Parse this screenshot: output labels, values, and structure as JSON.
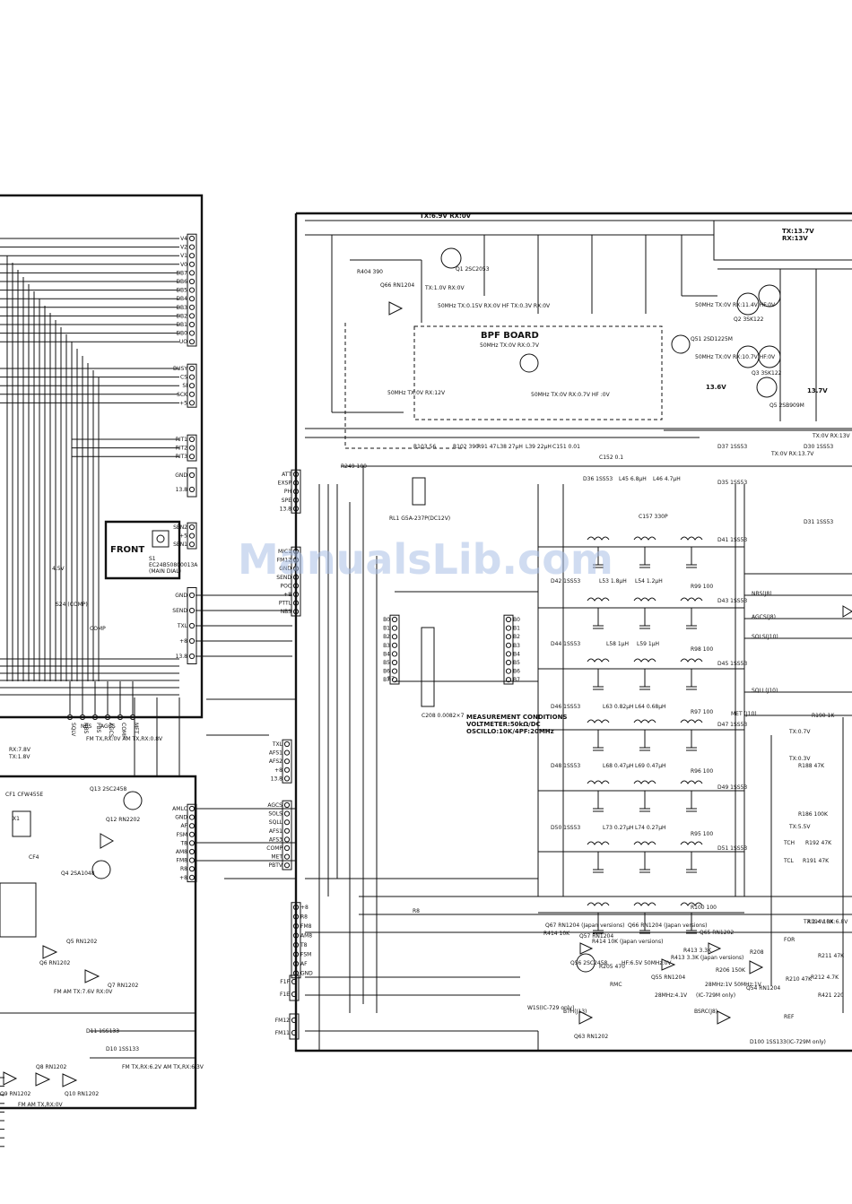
{
  "watermark": "ManualsLib.com",
  "boards": {
    "bpf_title": "BPF BOARD",
    "front_title": "FRONT",
    "front_switch": "S1",
    "front_part": "EC24B50800013A",
    "front_note": "(MAIN DIAL)"
  },
  "supply_notes": {
    "top_tx_rx": "TX:6.9V RX:0V",
    "right_tx": "TX:13.7V",
    "right_rx": "RX:13V",
    "volt_136": "13.6V",
    "volt_137": "13.7V",
    "volt_45": "4.5V"
  },
  "measurement": {
    "title": "MEASUREMENT CONDITIONS",
    "line1": "VOLTMETER:50kΩ/DC",
    "line2": "OSCILLO:10K/4PF:20MHz"
  },
  "connectors": {
    "j1_pins": [
      "V4",
      "V2",
      "V1",
      "V0",
      "DB7",
      "DB6",
      "DB5",
      "DB4",
      "DB3",
      "DB2",
      "DB1",
      "DB0",
      "UO"
    ],
    "j3_pins": [
      "BUSY",
      "CS",
      "SI",
      "SCK",
      "+5"
    ],
    "j6_pins": [
      "RIT1",
      "RIT2",
      "RIT3"
    ],
    "j8_pins": [
      "GND",
      "13.8"
    ],
    "sen_pins": [
      "SEN2",
      "+5",
      "SEN1"
    ],
    "p3_pins": [
      "ATT",
      "EXSP",
      "PH",
      "SPE",
      "13.8"
    ],
    "p6_pins": [
      "MIC1",
      "FM12",
      "GND",
      "SEND",
      "POC",
      "+8",
      "PTTL",
      "NBS"
    ],
    "j13_pins": [
      "B0",
      "B1",
      "B2",
      "B3",
      "B4",
      "B5",
      "B6",
      "B7"
    ],
    "p13_pins": [
      "B0",
      "B1",
      "B2",
      "B3",
      "B4",
      "B5",
      "B6",
      "B7"
    ],
    "p7_pins": [
      "TXL",
      "AFS1",
      "AFS2",
      "+8",
      "13.8"
    ],
    "p10_pins": [
      "AGCS",
      "SOLS",
      "SQLL",
      "AFS1",
      "AFS3",
      "COMP",
      "MET",
      "PBTV"
    ],
    "j11_pins": [
      "AMLC",
      "GND",
      "AF",
      "FSM",
      "T8",
      "AM8",
      "FM8",
      "R8",
      "+8"
    ],
    "j20_pins": [
      "+8",
      "R8",
      "FM8",
      "AM8",
      "T8",
      "FSM",
      "AF",
      "GND"
    ],
    "j21_pins": [
      "F1F",
      "F1E"
    ],
    "j22_pins": [
      "FM12",
      "FM11"
    ],
    "j4_pins": [
      "SQLV",
      "NBS",
      "PBS",
      "AGCS",
      "COMP",
      "MET"
    ],
    "left_mid": [
      "GND",
      "SEND",
      "TXL",
      "+8",
      "13.8"
    ],
    "j9_right": [
      "FM12",
      "FM11"
    ]
  },
  "components": {
    "q1": "Q1 2SC2053",
    "q2": "Q2 3SK122",
    "q3": "Q3 3SK122",
    "q5": "Q5 2SB909M",
    "q51": "Q51 2SD1225M",
    "q13": "Q13 2SC2458",
    "q56": "Q56 2SC2458",
    "rl1": "RL1 G5A-237P(DC12V)",
    "c208": "C208 0.0082×7",
    "cf1": "CF1 CFW455E",
    "cf4": "CF4",
    "x1": "X1",
    "s24": "S24 (COMP)",
    "r404": "R404 390",
    "r249": "R249 100",
    "r103": "R103 56",
    "r102": "R102 390",
    "r91": "R91 47",
    "l38": "L38 27μH",
    "l39": "L39 22μH",
    "c151": "C151 0.01",
    "c152": "C152 0.1",
    "l45": "L45 6.8μH",
    "l46": "L46 4.7μH",
    "c157": "C157 330P",
    "d37": "D37 1SS53",
    "d35": "D35 1SS53",
    "d30": "D30 1SS53",
    "d31": "D31 1SS53",
    "d36": "D36 1SS53",
    "d42": "D42 1SS53",
    "d44": "D44 1SS53",
    "d46": "D46 1SS53",
    "d48": "D48 1SS53",
    "d50": "D50 1SS53",
    "d41": "D41 1SS53",
    "d43": "D43 1SS53",
    "d45": "D45 1SS53",
    "d47": "D47 1SS53",
    "d49": "D49 1SS53",
    "d51": "D51 1SS53",
    "l53": "L53 1.8μH",
    "l54": "L54 1.2μH",
    "l58": "L58 1μH",
    "l59": "L59 1μH",
    "l63": "L63 0.82μH",
    "l64": "L64 0.68μH",
    "l68": "L68 0.47μH",
    "l69": "L69 0.47μH",
    "l73": "L73 0.27μH",
    "l74": "L74 0.27μH",
    "r100": "R100 100",
    "r99": "R99 100",
    "r98": "R98 100",
    "r97": "R97 100",
    "r96": "R96 100",
    "r95": "R95 100",
    "r190": "R190 1K",
    "r188": "R188 47K",
    "r186": "R186 100K",
    "r192": "R192 47K",
    "r191": "R191 47K",
    "r194": "R194 10K",
    "r211": "R211 47K",
    "r210": "R210 47K",
    "r212": "R212 4.7K",
    "r421": "R421 220",
    "r414": "R414 10K",
    "r413": "R413 3.3K",
    "r206": "R206 150K",
    "r205": "R205 470",
    "r208": "R208",
    "q55": "Q55 RN1204",
    "q54": "Q54 RN1204",
    "q65": "Q65 RN1202",
    "q66": "Q66 RN1204",
    "q57": "Q57 RN1204",
    "q63": "Q63 RN1202",
    "d100": "D100 1SS133(IC-729M only)",
    "d11": "D11 1SS133",
    "d10": "D10 1SS133",
    "q12": "Q12 RN2202",
    "q4": "Q4 2SA1048",
    "q5l": "Q5 RN1202",
    "q6": "Q6 RN1202",
    "q7": "Q7 RN1202",
    "q8": "Q8 RN1202",
    "q9": "Q9 RN1202",
    "q10": "Q10 RN1202"
  },
  "signal_labels": {
    "nbs_j8": "NBS(J8)",
    "agcs_j8": "AGCS(J8)",
    "sols_j10": "SOLS(J10)",
    "sqll_j10": "SQLL(J10)",
    "met_j10": "MET (J10)",
    "tch": "TCH",
    "tcl": "TCL",
    "for": "FOR",
    "ref": "REF",
    "rmc": "RMC",
    "bth_j13": "BTH(J13)",
    "bsrc_j8": "BSRC(J8)",
    "r8": "R8",
    "b7": "B7",
    "pttl": "PTTL",
    "front_comp": "COMP",
    "left_gnd": "GND",
    "left_send": "SEND",
    "left_txl": "TXL",
    "left_plus8": "+8",
    "left_138": "13.8",
    "nbs_left": "NBS",
    "agcs_left": "AGCS"
  },
  "voltage_notes": {
    "tx_rx_top": "TX:1.0V RX:0V",
    "hf_50m": "50MHz TX:0.15V RX:0V HF TX:0.3V RX:0V",
    "q1_bpf": "50MHz TX:0V RX:0.7V",
    "q3_50": "50MHz TX:0V RX:11.4V HF:0V",
    "q3_hf": "50MHz TX:0V RX:10.7V HF:0V",
    "q5_tx": "TX:0V RX:13.7V",
    "q5_right": "TX:0V RX:13V",
    "bpf_50": "50MHz TX:0V RX:0.7V HF :0V",
    "bpf_hf": "50MHz TX:0V RX:12V",
    "left_rx": "RX:7.8V",
    "left_tx": "TX:1.8V",
    "hf_q57": "HF:6.5V 50MHz:0V",
    "q55_volts": "28MHz:1V 50MHz:1V",
    "q54_volts": "28MHz:4.1V",
    "tx03": "TX:0.3V",
    "tx07": "TX:0.7V",
    "tx55": "TX:5.5V",
    "tx14": "TX:1.4V RX:6.8V",
    "fm_am_tx": "FM TX,RX:0V AM TX,RX:0.8V",
    "fm_am_tx2": "FM TX,RX:6.2V AM TX,RX:6.3V",
    "fm_am_tx3": "FM AM TX:7.6V RX:0V",
    "fm_am_tx4": "FM AM TX,RX:0V"
  },
  "japan_notes": {
    "q67": "Q67 RN1204 (Japan versions)",
    "q66": "Q66 RN1204 (Japan versions)",
    "r414": "R414 10K (Japan versions)",
    "r413": "R413 3.3K (Japan versions)",
    "ic729": "W1S(IC-729 only)",
    "ic729m": "(IC-729M only)"
  }
}
